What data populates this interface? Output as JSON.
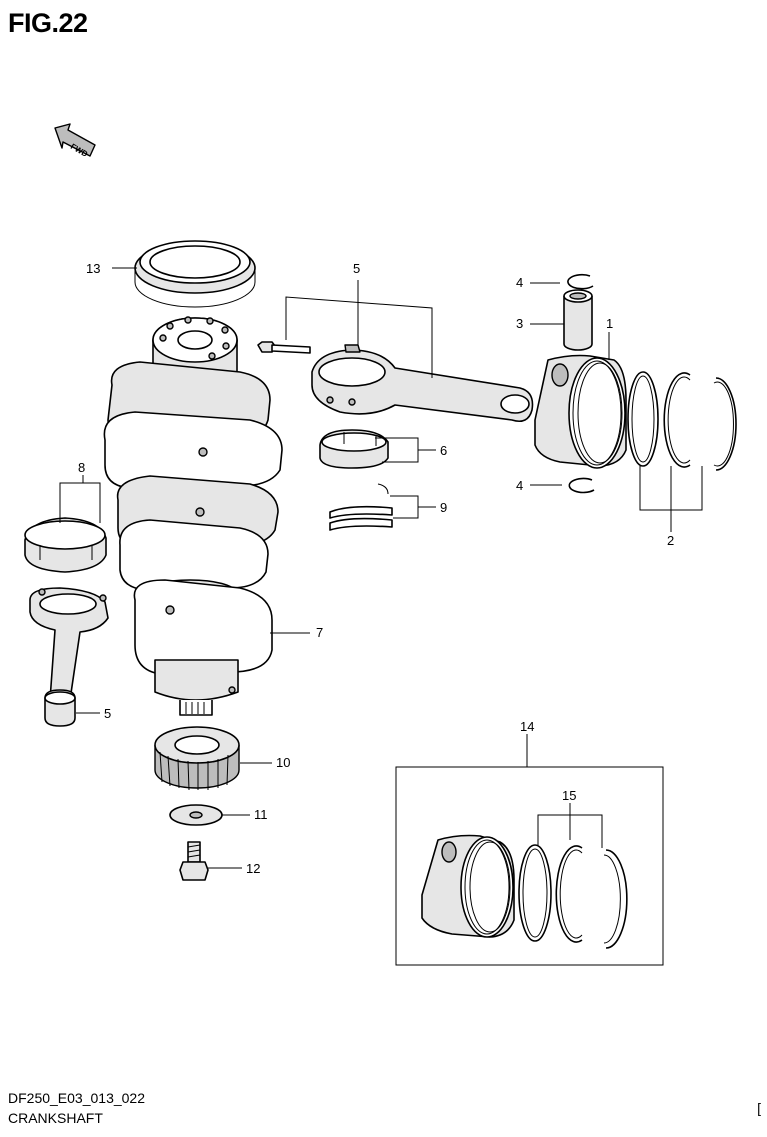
{
  "figure_title": "FIG.22",
  "fwd_label": "FWD",
  "callouts": {
    "c1": "1",
    "c2": "2",
    "c3": "3",
    "c4a": "4",
    "c4b": "4",
    "c5a": "5",
    "c5b": "5",
    "c6": "6",
    "c7": "7",
    "c8": "8",
    "c9": "9",
    "c10": "10",
    "c11": "11",
    "c12": "12",
    "c13": "13",
    "c14": "14",
    "c15": "15"
  },
  "footer": {
    "code": "DF250_E03_013_022",
    "section": "CRANKSHAFT",
    "corner": "["
  }
}
